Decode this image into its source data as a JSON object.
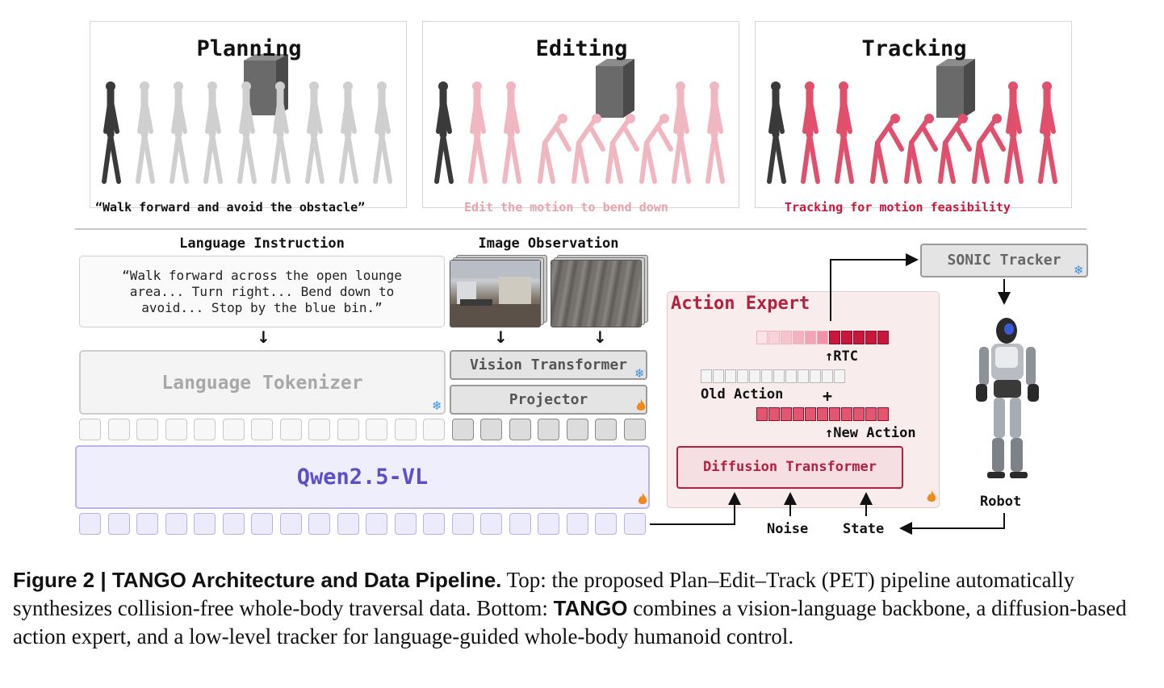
{
  "top_panels": [
    {
      "title": "Planning",
      "caption": "“Walk forward and avoid the obstacle”",
      "caption_color": "#111111"
    },
    {
      "title": "Editing",
      "caption": "Edit the motion to bend down",
      "caption_color": "#e8a3ad"
    },
    {
      "title": "Tracking",
      "caption": "Tracking for motion feasibility",
      "caption_color": "#c8173d"
    }
  ],
  "bottom": {
    "language_header": "Language Instruction",
    "image_header": "Image Observation",
    "instruction_text": "“Walk forward across the open lounge\narea... Turn right... Bend down to\navoid... Stop by the blue bin.”",
    "language_tokenizer": "Language Tokenizer",
    "vision_transformer": "Vision Transformer",
    "projector": "Projector",
    "backbone": "Qwen2.5-VL",
    "action_expert_title": "Action Expert",
    "rtc_label": "RTC",
    "old_action_label": "Old Action",
    "plus": "+",
    "new_action_label": "New Action",
    "diffusion_transformer": "Diffusion Transformer",
    "noise_label": "Noise",
    "state_label": "State",
    "sonic_tracker": "SONIC Tracker",
    "robot_label": "Robot"
  },
  "caption": {
    "figure_label": "Figure 2 | TANGO Architecture and Data Pipeline.",
    "part1": " Top: the proposed Plan–Edit–Track (PET) pipeline automatically synthesizes collision-free whole-body traversal data. Bottom: ",
    "tango": "TANGO",
    "part2": " combines a vision-language backbone, a diffusion-based action expert, and a low-level tracker for language-guided whole-body humanoid control."
  },
  "colors": {
    "accent_red": "#b3213f",
    "qwen_purple": "#5b4ec8",
    "frozen_blue": "#3b8fd6",
    "trainable_orange": "#f08a1c"
  },
  "icons": {
    "frozen": "snowflake-icon",
    "trainable": "flame-icon"
  }
}
